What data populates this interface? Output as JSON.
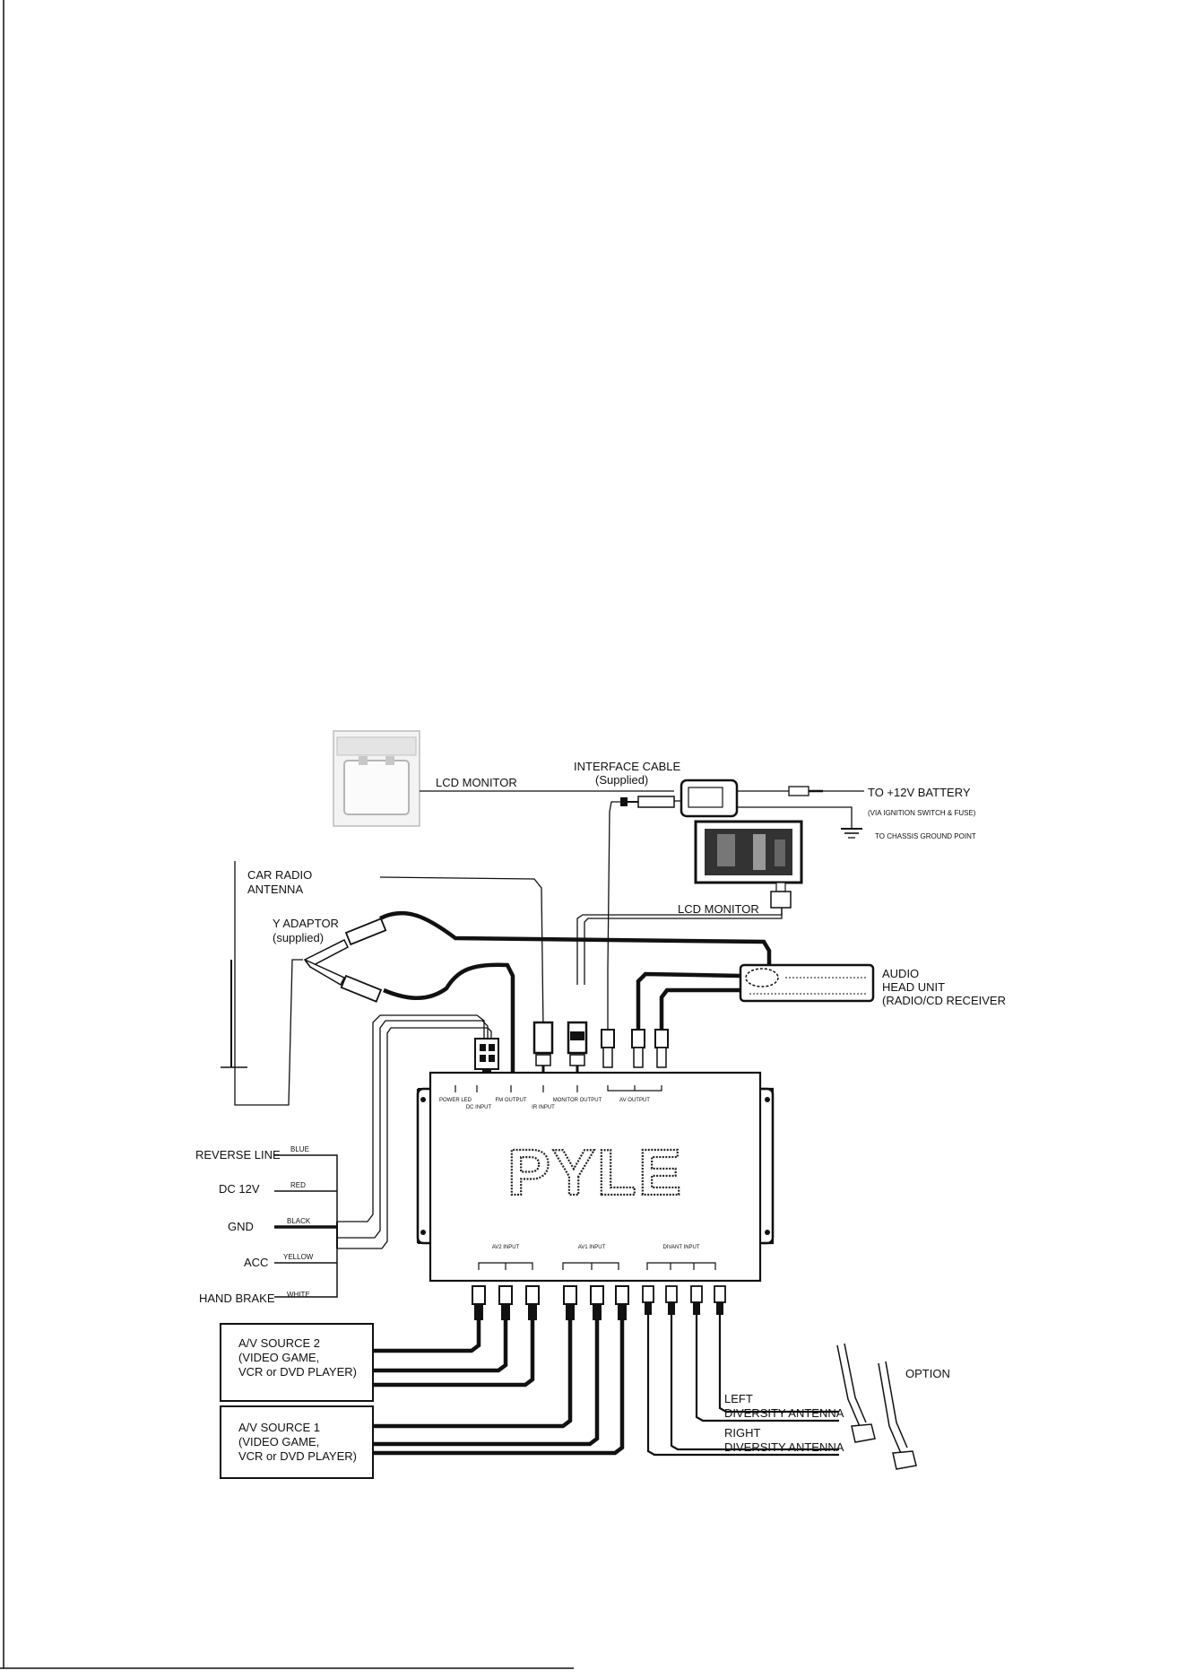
{
  "labels": {
    "lcd_monitor_top": "LCD MONITOR",
    "interface_cable": "INTERFACE CABLE",
    "supplied": "(Supplied)",
    "battery": "TO +12V BATTERY",
    "battery_note": "(VIA IGNITION SWITCH & FUSE)",
    "chassis": "TO CHASSIS GROUND POINT",
    "car_radio_antenna": [
      "CAR RADIO",
      "ANTENNA"
    ],
    "y_adaptor": [
      "Y ADAPTOR",
      "(supplied)"
    ],
    "lcd_monitor_mid": "LCD MONITOR",
    "audio_head_unit": [
      "AUDIO",
      "HEAD UNIT",
      "(RADIO/CD RECEIVER"
    ],
    "wire_names": [
      "REVERSE LINE",
      "DC 12V",
      "GND",
      "ACC",
      "HAND BRAKE"
    ],
    "wire_colors": [
      "BLUE",
      "RED",
      "BLACK",
      "YELLOW",
      "WHITE"
    ],
    "brand": "PYLE",
    "top_ports": [
      "POWER LED",
      "DC INPUT",
      "FM OUTPUT",
      "IR INPUT",
      "MONITOR OUTPUT",
      "AV OUTPUT"
    ],
    "bottom_ports": [
      "AV2 INPUT",
      "AV1 INPUT",
      "DIVANT INPUT"
    ],
    "av_source_2": [
      "A/V SOURCE 2",
      "(VIDEO GAME,",
      "VCR or DVD PLAYER)"
    ],
    "av_source_1": [
      "A/V SOURCE 1",
      "(VIDEO GAME,",
      "VCR or DVD PLAYER)"
    ],
    "option": "OPTION",
    "left_antenna": [
      "LEFT",
      "DIVERSITY ANTENNA"
    ],
    "right_antenna": [
      "RIGHT",
      "DIVERSITY ANTENNA"
    ]
  },
  "colors": {
    "ink": "#111111",
    "paper": "#ffffff",
    "gray": "#9a9a9a"
  }
}
